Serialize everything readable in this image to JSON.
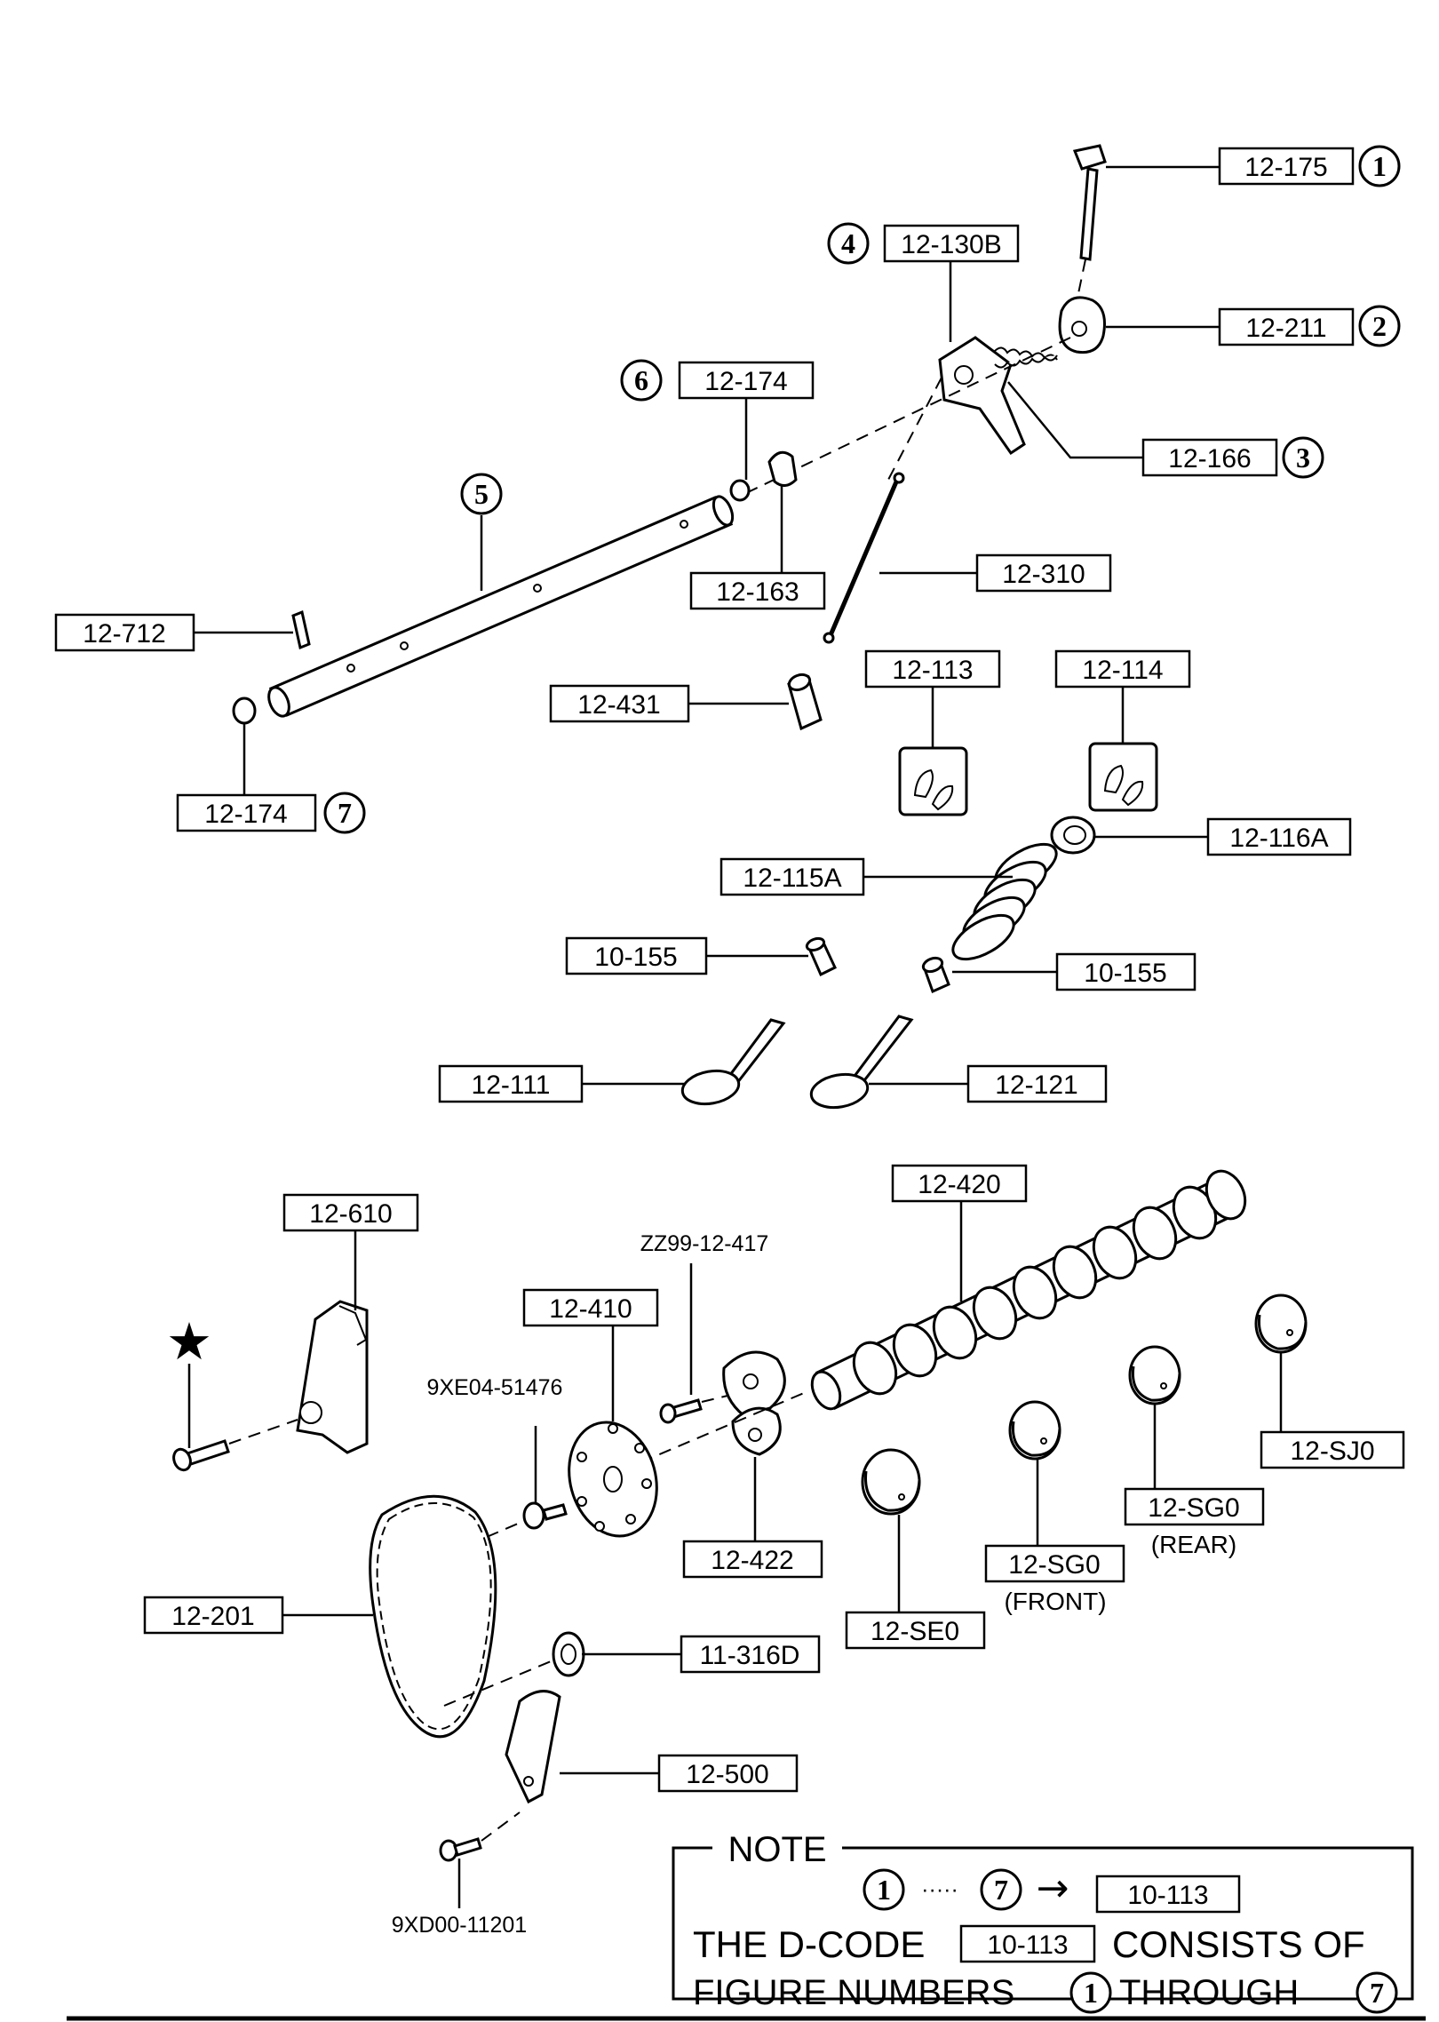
{
  "parts": {
    "p12_175": "12-175",
    "p12_130B": "12-130B",
    "p12_211": "12-211",
    "p12_174_top": "12-174",
    "p12_166": "12-166",
    "p12_163": "12-163",
    "p12_310": "12-310",
    "p12_712": "12-712",
    "p12_431": "12-431",
    "p12_113": "12-113",
    "p12_114": "12-114",
    "p12_174_bot": "12-174",
    "p12_116A": "12-116A",
    "p12_115A": "12-115A",
    "p10_155_left": "10-155",
    "p10_155_right": "10-155",
    "p12_111": "12-111",
    "p12_121": "12-121",
    "p12_420": "12-420",
    "p12_610": "12-610",
    "pZZ99": "ZZ99-12-417",
    "p12_410": "12-410",
    "p9XE04": "9XE04-51476",
    "p12_SJ0": "12-SJ0",
    "p12_SG0_rear": "12-SG0",
    "p12_SG0_front": "12-SG0",
    "p12_422": "12-422",
    "p12_SE0": "12-SE0",
    "p12_201": "12-201",
    "p11_316D": "11-316D",
    "p12_500": "12-500",
    "p9XD00": "9XD00-11201"
  },
  "sublabels": {
    "rear": "(REAR)",
    "front": "(FRONT)"
  },
  "callouts": {
    "c1": "1",
    "c2": "2",
    "c3": "3",
    "c4": "4",
    "c5": "5",
    "c6": "6",
    "c7": "7"
  },
  "star": "★",
  "note": {
    "title": "NOTE",
    "range_from": "1",
    "range_dots": "·····",
    "range_to": "7",
    "arrow": "→",
    "dcode": "10-113",
    "line1_pre": "THE D-CODE",
    "line1_code": "10-113",
    "line1_post": "CONSISTS OF",
    "line2_pre": "FIGURE NUMBERS",
    "line2_from": "1",
    "line2_mid": "THROUGH",
    "line2_to": "7"
  }
}
